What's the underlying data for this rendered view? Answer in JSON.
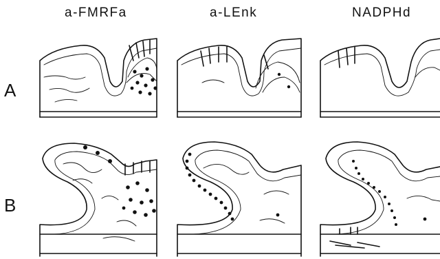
{
  "columns": [
    "a-FMRFa",
    "a-LEnk",
    "NADPHd"
  ],
  "rows": [
    "A",
    "B"
  ]
}
